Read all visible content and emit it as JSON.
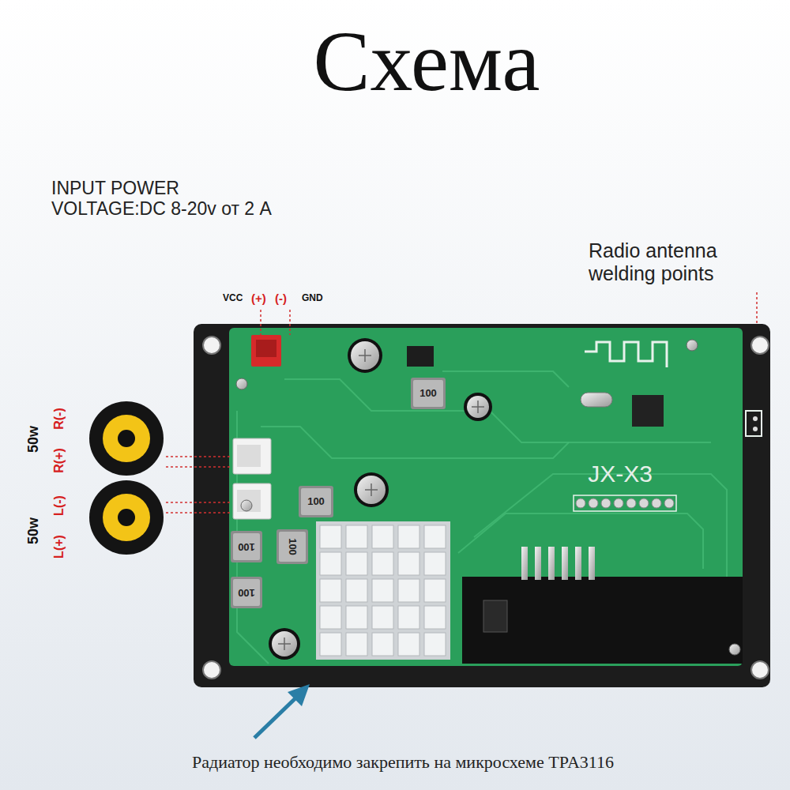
{
  "diagram": {
    "title": "Схема",
    "caption": "Радиатор необходимо закрепить на микросхеме TPA3116",
    "labels": [
      "INPUT POWER VOLTAGE:DC 8-20v от 2 A",
      "Radio antenna welding points",
      "VCC",
      "(+)",
      "(-)",
      "GND",
      "50w",
      "R(+)",
      "R(-)",
      "50w",
      "L(+)",
      "L(-)",
      "100",
      "JX-X3",
      "100",
      "100",
      "100",
      "100"
    ]
  }
}
